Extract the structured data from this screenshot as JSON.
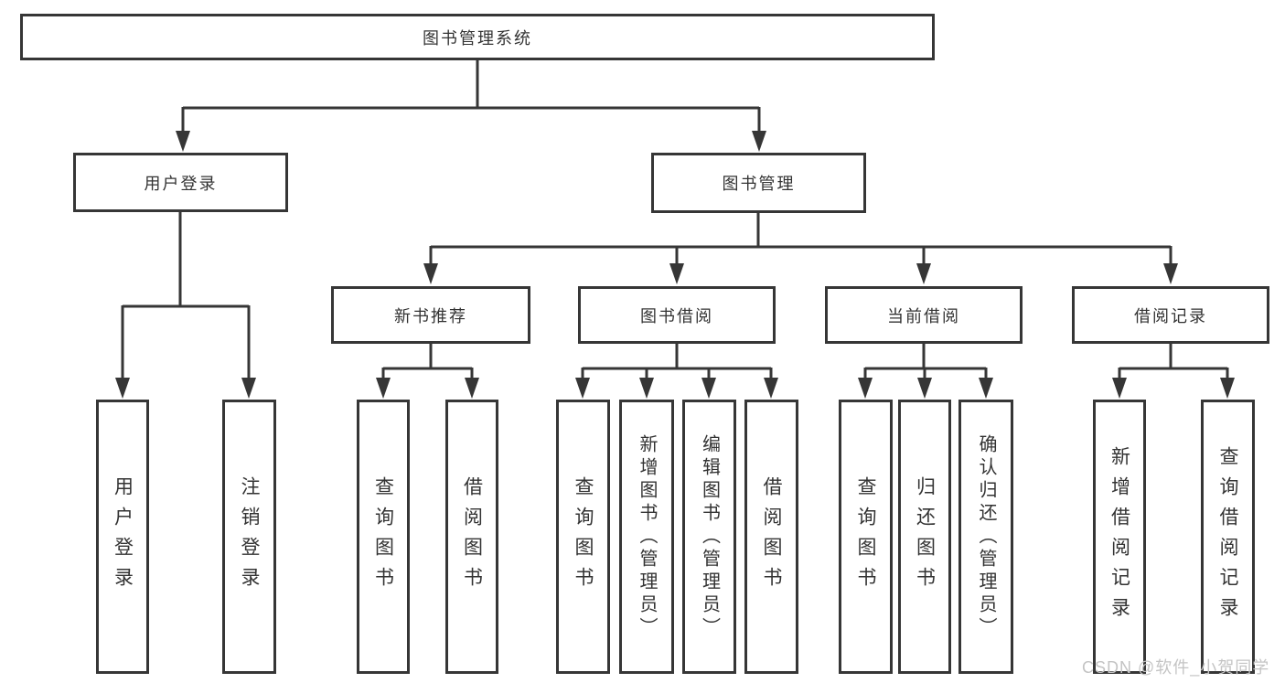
{
  "tree": {
    "root": "图书管理系统",
    "branches": [
      {
        "label": "用户登录",
        "children": [
          {
            "label": "用户登录"
          },
          {
            "label": "注销登录"
          }
        ]
      },
      {
        "label": "图书管理",
        "sections": [
          {
            "label": "新书推荐",
            "children": [
              {
                "label": "查询图书"
              },
              {
                "label": "借阅图书"
              }
            ]
          },
          {
            "label": "图书借阅",
            "children": [
              {
                "label": "查询图书"
              },
              {
                "label": "新增图书（管理员）"
              },
              {
                "label": "编辑图书（管理员）"
              },
              {
                "label": "借阅图书"
              }
            ]
          },
          {
            "label": "当前借阅",
            "children": [
              {
                "label": "查询图书"
              },
              {
                "label": "归还图书"
              },
              {
                "label": "确认归还（管理员）"
              }
            ]
          },
          {
            "label": "借阅记录",
            "children": [
              {
                "label": "新增借阅记录"
              },
              {
                "label": "查询借阅记录"
              }
            ]
          }
        ]
      }
    ]
  },
  "watermark": {
    "text": "CSDN @软件_小贺同学"
  },
  "style": {
    "line_color": "#363636",
    "box_border_color": "#363636",
    "text_color": "#333333",
    "watermark_color": "#c4c4c4",
    "background": "#ffffff"
  }
}
